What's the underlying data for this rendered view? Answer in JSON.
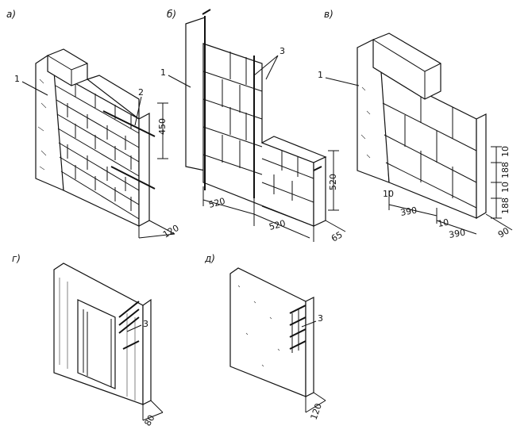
{
  "panels": [
    {
      "letter": "а)"
    },
    {
      "letter": "б)"
    },
    {
      "letter": "в)"
    },
    {
      "letter": "г)"
    },
    {
      "letter": "д)"
    }
  ],
  "callouts": {
    "a1": "1",
    "a2": "2",
    "b1": "1",
    "b3": "3",
    "v1": "1",
    "g3": "3",
    "d3": "3"
  },
  "dimensions": {
    "a_height": "450",
    "a_thickness": "120",
    "b_width1": "520",
    "b_width2": "520",
    "b_height": "520",
    "b_thickness": "65",
    "v_w1": "390",
    "v_w2": "390",
    "v_gap1": "10",
    "v_gap2": "10",
    "v_h1": "10",
    "v_h2": "188",
    "v_h3": "10",
    "v_h4": "188",
    "v_thickness": "90",
    "g_thickness": "80",
    "d_thickness": "120"
  }
}
